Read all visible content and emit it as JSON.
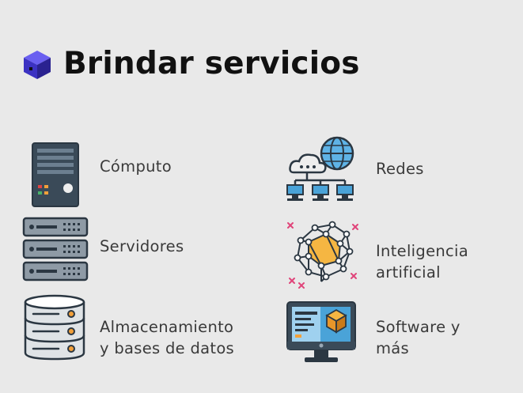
{
  "slide": {
    "title": "Brindar servicios",
    "title_icon": "cube-icon",
    "items": [
      {
        "icon": "server-tower-icon",
        "lines": [
          "Cómputo"
        ]
      },
      {
        "icon": "network-cloud-icon",
        "lines": [
          "Redes"
        ]
      },
      {
        "icon": "server-rack-icon",
        "lines": [
          "Servidores"
        ]
      },
      {
        "icon": "neural-brain-icon",
        "lines": [
          "Inteligencia",
          "artificial"
        ]
      },
      {
        "icon": "database-icon",
        "lines": [
          "Almacenamiento",
          "y bases de datos"
        ]
      },
      {
        "icon": "monitor-software-icon",
        "lines": [
          "Software y",
          "más"
        ]
      }
    ]
  },
  "colors": {
    "background": "#e9e9e9",
    "title": "#111111",
    "text": "#3a3a3a",
    "cube": "#4a3fd6",
    "dark": "#3a4a58",
    "accent_orange": "#f2a03a",
    "accent_blue": "#4aa3d8"
  }
}
